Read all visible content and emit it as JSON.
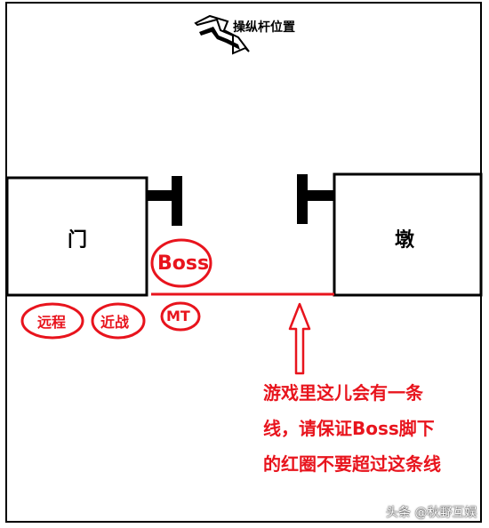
{
  "map": {
    "lever_label": "操纵杆位置",
    "door_label": "门",
    "pillar_label": "墩",
    "boss_label": "Boss",
    "ranged_label": "远程",
    "melee_label": "近战",
    "tank_label": "MT",
    "note_lines": [
      "游戏里这儿会有一条",
      "线，请保证Boss脚下",
      "的红圈不要超过这条线"
    ]
  },
  "watermark": "头条 @秋野互娱",
  "colors": {
    "annotation_red": "#e8141d",
    "wall_black": "#000000",
    "background": "#ffffff"
  },
  "icons": {
    "lever": "lightning-bolt-icon",
    "arrow": "up-arrow-icon"
  }
}
